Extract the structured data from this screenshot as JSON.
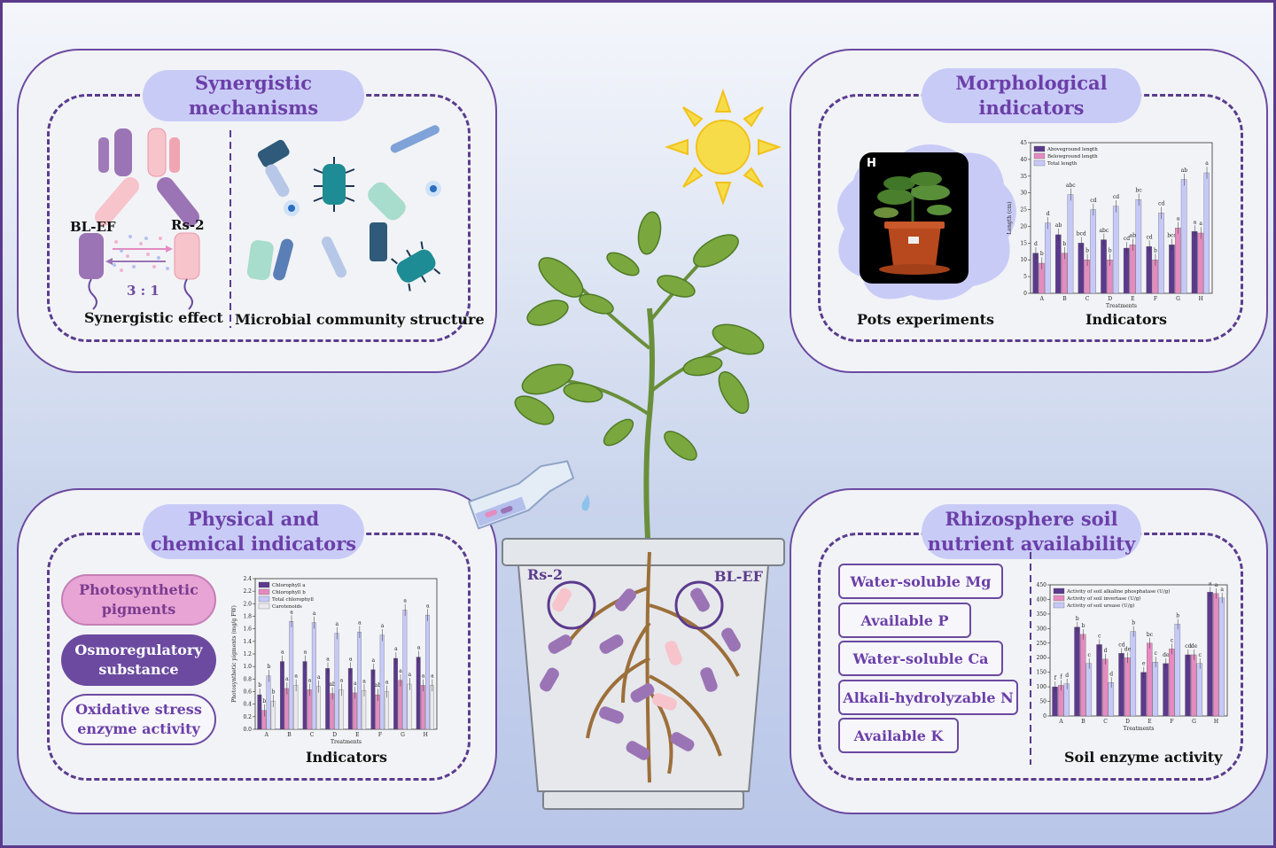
{
  "panels": {
    "synergistic": {
      "title": "Synergistic mechanisms",
      "strain_left": "BL-EF",
      "strain_right": "Rs-2",
      "ratio": "3 : 1",
      "caption_left": "Synergistic effect",
      "caption_right": "Microbial community structure"
    },
    "morphological": {
      "title_line1": "Morphological",
      "title_line2": "indicators",
      "photo_label": "H",
      "caption_left": "Pots experiments",
      "caption_right": "Indicators"
    },
    "physical": {
      "title_line1": "Physical and",
      "title_line2": "chemical indicators",
      "item1_line1": "Photosynthetic",
      "item1_line2": "pigments",
      "item2_line1": "Osmoregulatory",
      "item2_line2": "substance",
      "item3_line1": "Oxidative stress",
      "item3_line2": "enzyme activity",
      "caption": "Indicators"
    },
    "rhizosphere": {
      "title_line1": "Rhizosphere soil",
      "title_line2": "nutrient availability",
      "nutrients": [
        "Water-soluble Mg",
        "Available P",
        "Water-soluble Ca",
        "Alkali-hydrolyzable N",
        "Available K"
      ],
      "caption": "Soil enzyme activity"
    }
  },
  "pot": {
    "label_left": "Rs-2",
    "label_right": "BL-EF"
  },
  "colors": {
    "purple_dark": "#6b3fa8",
    "bar1": "#5b3a8c",
    "bar2": "#e48bc0",
    "bar3": "#c6c9f8",
    "bar4": "#e9e9ee",
    "pill": "#c9cbf7",
    "sun": "#f7dc4a"
  },
  "chart_data": [
    {
      "type": "bar",
      "ylabel": "Length (cm)",
      "xlabel": "Treatments",
      "categories": [
        "A",
        "B",
        "C",
        "D",
        "E",
        "F",
        "G",
        "H"
      ],
      "ylim": [
        0,
        45
      ],
      "yticks": [
        "0",
        "5",
        "10",
        "15",
        "20",
        "25",
        "30",
        "35",
        "40",
        "45"
      ],
      "legend_position": "top-left",
      "series": [
        {
          "name": "Aboveground length",
          "values": [
            12,
            17.5,
            15,
            16,
            13.5,
            14,
            14.5,
            18.5
          ],
          "labels": [
            "d",
            "ab",
            "bcd",
            "abc",
            "cd",
            "cd",
            "bcd",
            "a"
          ]
        },
        {
          "name": "Belowground length",
          "values": [
            9,
            12,
            10,
            10,
            14.5,
            10,
            19.5,
            18
          ],
          "labels": [
            "b",
            "b",
            "b",
            "b",
            "ab",
            "b",
            "a",
            "a"
          ]
        },
        {
          "name": "Total length",
          "values": [
            21,
            29.5,
            25,
            26,
            28,
            24,
            34,
            36
          ],
          "labels": [
            "d",
            "abc",
            "cd",
            "cd",
            "bc",
            "cd",
            "ab",
            "a"
          ]
        }
      ]
    },
    {
      "type": "bar",
      "ylabel": "Photosynthetic pigments (mg/g FW)",
      "xlabel": "Treatments",
      "categories": [
        "A",
        "B",
        "C",
        "D",
        "E",
        "F",
        "G",
        "H"
      ],
      "ylim": [
        0,
        2.4
      ],
      "yticks": [
        "0.0",
        "0.2",
        "0.4",
        "0.6",
        "0.8",
        "1.0",
        "1.2",
        "1.4",
        "1.6",
        "1.8",
        "2.0",
        "2.2",
        "2.4"
      ],
      "legend_position": "top-left",
      "series": [
        {
          "name": "Chlorophyll a",
          "values": [
            0.55,
            1.08,
            1.08,
            0.97,
            0.97,
            0.95,
            1.13,
            1.15
          ],
          "labels": [
            "b",
            "a",
            "a",
            "a",
            "a",
            "a",
            "a",
            "a"
          ]
        },
        {
          "name": "Chlorophyll b",
          "values": [
            0.3,
            0.65,
            0.63,
            0.57,
            0.58,
            0.55,
            0.78,
            0.7
          ],
          "labels": [
            "b",
            "a",
            "a",
            "ab",
            "a",
            "ab",
            "a",
            "a"
          ]
        },
        {
          "name": "Total chlorophyll",
          "values": [
            0.85,
            1.72,
            1.7,
            1.53,
            1.55,
            1.5,
            1.9,
            1.82
          ],
          "labels": [
            "b",
            "a",
            "a",
            "a",
            "a",
            "a",
            "a",
            "a"
          ]
        },
        {
          "name": "Carotenoids",
          "values": [
            0.45,
            0.7,
            0.68,
            0.63,
            0.62,
            0.6,
            0.72,
            0.7
          ],
          "labels": [
            "b",
            "a",
            "a",
            "a",
            "a",
            "a",
            "a",
            "a"
          ]
        }
      ]
    },
    {
      "type": "bar",
      "xlabel": "Treatments",
      "categories": [
        "A",
        "B",
        "C",
        "D",
        "E",
        "F",
        "G",
        "H"
      ],
      "ylim": [
        0,
        450
      ],
      "yticks": [
        "0",
        "50",
        "100",
        "150",
        "200",
        "250",
        "300",
        "350",
        "400",
        "450"
      ],
      "legend_position": "top-left",
      "series": [
        {
          "name": "Activity of soil alkaline phosphatase (U/g)",
          "values": [
            100,
            305,
            245,
            215,
            150,
            180,
            210,
            425
          ],
          "labels": [
            "f",
            "b",
            "c",
            "cd",
            "e",
            "de",
            "cd",
            "a"
          ]
        },
        {
          "name": "Activity of soil invertase (U/g)",
          "values": [
            105,
            280,
            195,
            200,
            250,
            230,
            210,
            420
          ],
          "labels": [
            "f",
            "b",
            "d",
            "de",
            "bc",
            "c",
            "de",
            "a"
          ]
        },
        {
          "name": "Activity of soil urease (U/g)",
          "values": [
            110,
            180,
            115,
            290,
            185,
            315,
            180,
            405
          ],
          "labels": [
            "d",
            "c",
            "d",
            "b",
            "c",
            "b",
            "c",
            "a"
          ]
        }
      ]
    }
  ]
}
